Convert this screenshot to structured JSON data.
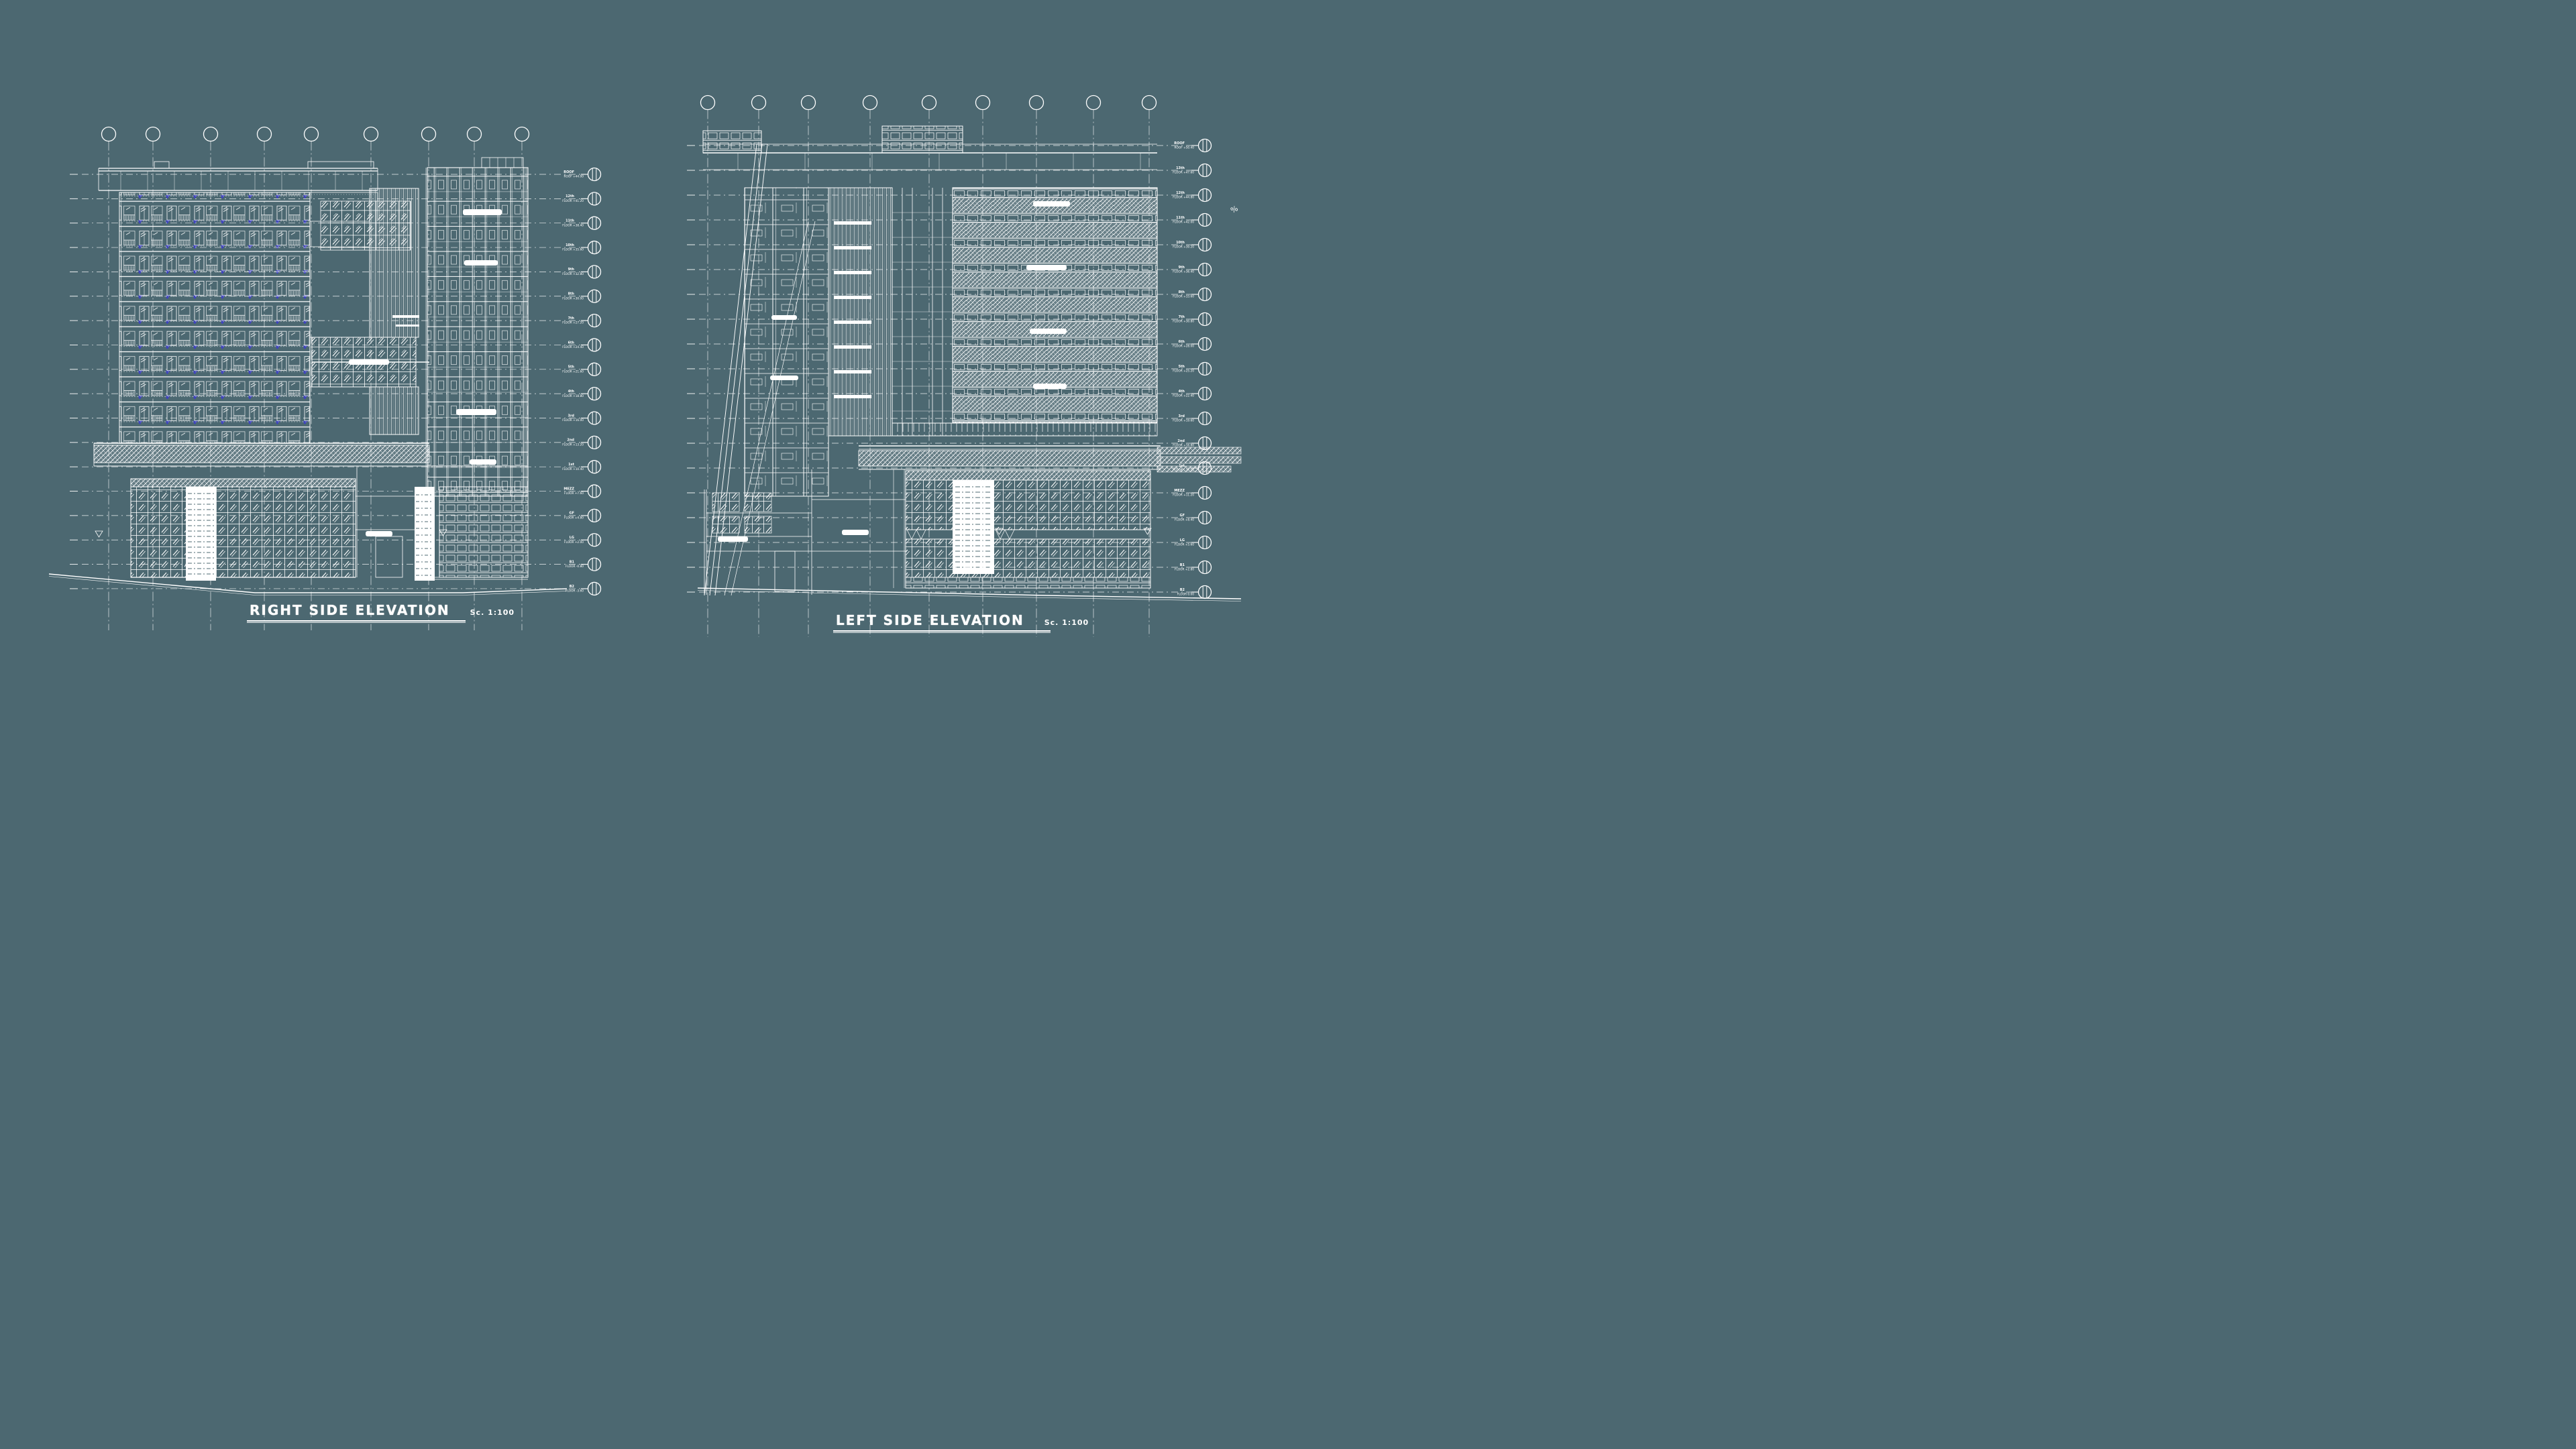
{
  "canvas": {
    "background_color": "#4c6871",
    "line_color": "#ffffff",
    "accent_blue": "#3c3ccd"
  },
  "drawings": [
    {
      "key": "right_side",
      "title": "RIGHT SIDE ELEVATION",
      "scale_label": "Sc. 1:100",
      "grid_bubble_count": 9,
      "levels": [
        {
          "name": "ROOF",
          "elev": "+44.00"
        },
        {
          "name": "12th",
          "elev": "+41.20"
        },
        {
          "name": "11th",
          "elev": "+38.40"
        },
        {
          "name": "10th",
          "elev": "+35.60"
        },
        {
          "name": "9th",
          "elev": "+32.80"
        },
        {
          "name": "8th",
          "elev": "+30.00"
        },
        {
          "name": "7th",
          "elev": "+27.20"
        },
        {
          "name": "6th",
          "elev": "+24.40"
        },
        {
          "name": "5th",
          "elev": "+21.60"
        },
        {
          "name": "4th",
          "elev": "+18.80"
        },
        {
          "name": "3rd",
          "elev": "+16.00"
        },
        {
          "name": "2nd",
          "elev": "+13.20"
        },
        {
          "name": "1st",
          "elev": "+10.40"
        },
        {
          "name": "MEZZ",
          "elev": "+7.60"
        },
        {
          "name": "GF",
          "elev": "+4.80"
        },
        {
          "name": "LG",
          "elev": "+2.00"
        },
        {
          "name": "B1",
          "elev": "-0.80"
        },
        {
          "name": "B2",
          "elev": "-3.60"
        }
      ]
    },
    {
      "key": "left_side",
      "title": "LEFT SIDE ELEVATION",
      "scale_label": "Sc. 1:100",
      "grid_bubble_count": 9,
      "levels": [
        {
          "name": "ROOF",
          "elev": "+50.40"
        },
        {
          "name": "13th",
          "elev": "+47.60"
        },
        {
          "name": "12th",
          "elev": "+44.80"
        },
        {
          "name": "11th",
          "elev": "+42.00"
        },
        {
          "name": "10th",
          "elev": "+39.20"
        },
        {
          "name": "9th",
          "elev": "+36.40"
        },
        {
          "name": "8th",
          "elev": "+33.60"
        },
        {
          "name": "7th",
          "elev": "+30.80"
        },
        {
          "name": "6th",
          "elev": "+28.00"
        },
        {
          "name": "5th",
          "elev": "+25.20"
        },
        {
          "name": "4th",
          "elev": "+22.40"
        },
        {
          "name": "3rd",
          "elev": "+19.60"
        },
        {
          "name": "2nd",
          "elev": "+16.80"
        },
        {
          "name": "1st",
          "elev": "+14.00"
        },
        {
          "name": "MEZZ",
          "elev": "+11.20"
        },
        {
          "name": "GF",
          "elev": "+8.40"
        },
        {
          "name": "LG",
          "elev": "+5.60"
        },
        {
          "name": "B1",
          "elev": "+2.80"
        },
        {
          "name": "B2",
          "elev": "0.00"
        }
      ]
    }
  ],
  "symbols": {
    "slope_note": "%"
  }
}
